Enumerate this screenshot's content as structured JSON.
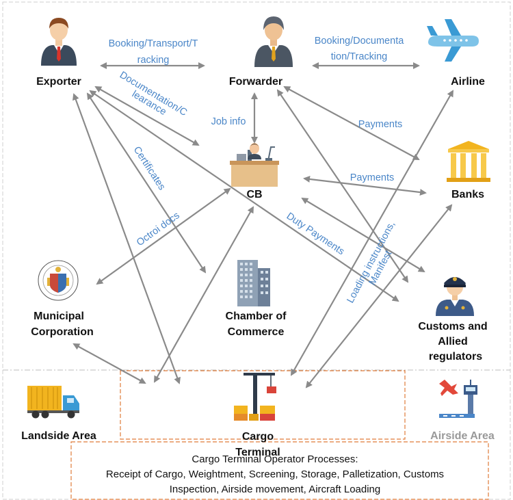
{
  "nodes": {
    "exporter": "Exporter",
    "forwarder": "Forwarder",
    "airline": "Airline",
    "cb": "CB",
    "banks": "Banks",
    "municipal_line1": "Municipal",
    "municipal_line2": "Corporation",
    "chamber_line1": "Chamber of",
    "chamber_line2": "Commerce",
    "customs_line1": "Customs and",
    "customs_line2": "Allied",
    "customs_line3": "regulators",
    "cargo_line1": "Cargo",
    "cargo_line2": "Terminal"
  },
  "zones": {
    "landside": "Landside Area",
    "airside": "Airside Area"
  },
  "edge_labels": {
    "booking_transport_1": "Booking/Transport/T",
    "booking_transport_2": "racking",
    "booking_doc_1": "Booking/Documenta",
    "booking_doc_2": "tion/Tracking",
    "documentation_1": "Documentation/C",
    "documentation_2": "learance",
    "job_info": "Job info",
    "payments_forwarder": "Payments",
    "payments_cb": "Payments",
    "certificates": "Certificates",
    "octroi": "Octroi docs",
    "duty": "Duty Payments",
    "loading_1": "Loading instructions,",
    "loading_2": "Manifest"
  },
  "process": {
    "title": "Cargo Terminal Operator Processes:",
    "line1": "Receipt of Cargo, Weightment, Screening, Storage, Palletization, Customs",
    "line2": "Inspection, Airside movement, Aircraft Loading"
  },
  "icons": {
    "exporter": "business-man-icon",
    "forwarder": "business-man-icon",
    "airline": "airplane-icon",
    "cb": "office-desk-icon",
    "banks": "bank-building-icon",
    "municipal": "municipal-seal-icon",
    "chamber": "office-tower-icon",
    "customs": "customs-officer-icon",
    "cargo": "crane-container-icon",
    "landside": "truck-icon",
    "airside": "airport-tower-icon"
  },
  "colors": {
    "edge": "#8a8a8a",
    "edge_label": "#4a86c8",
    "zone_border": "#e07b39",
    "airside_label": "#999999"
  }
}
